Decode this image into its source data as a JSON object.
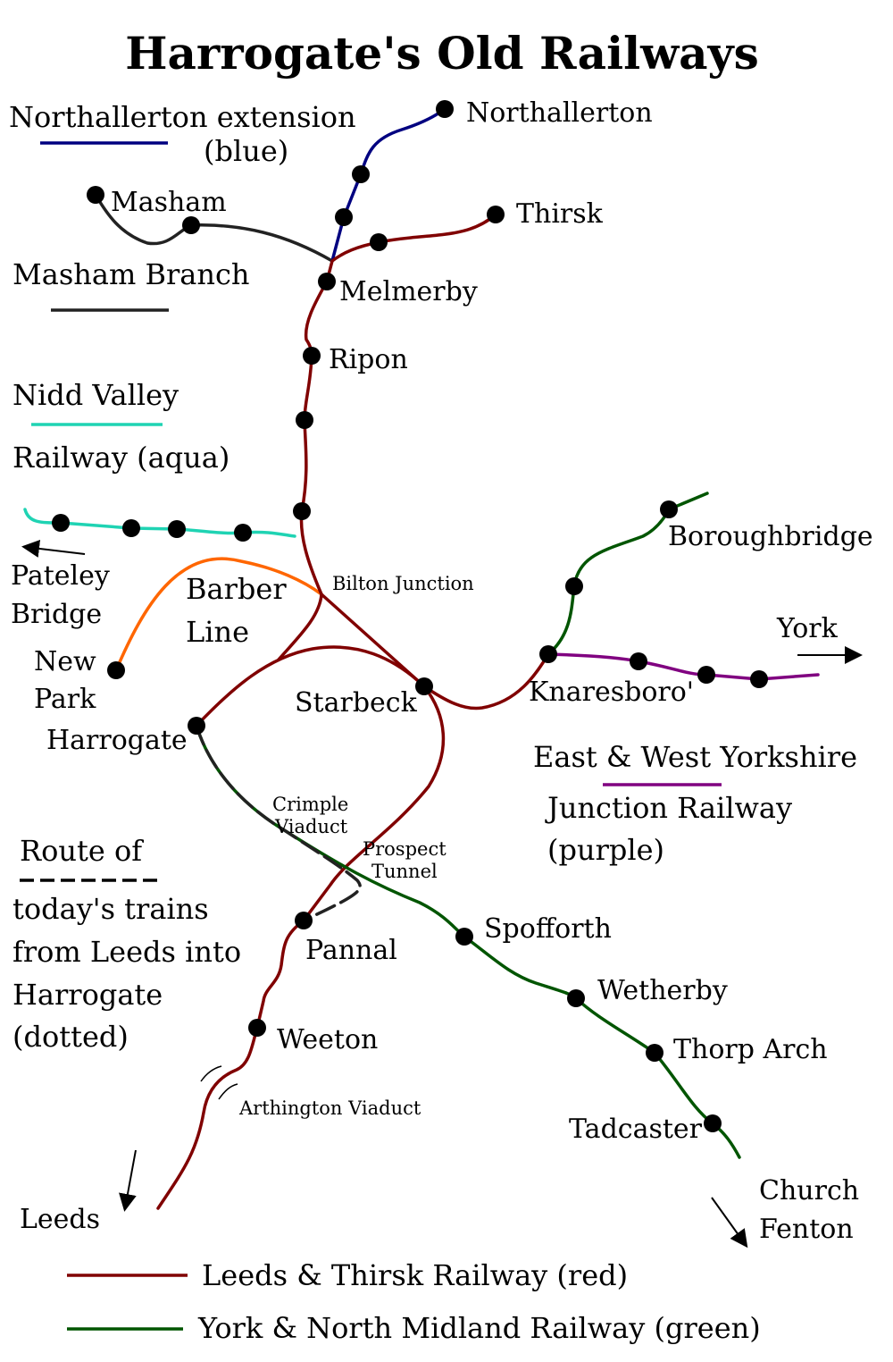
{
  "title": "Harrogate's Old Railways",
  "colors": {
    "red": "#800000",
    "green": "#005500",
    "blue": "#000080",
    "aqua": "#1fd3b3",
    "purple": "#800080",
    "orange": "#ff6600",
    "black": "#222222"
  },
  "legend": {
    "northallerton_1": "Northallerton extension",
    "northallerton_2": "(blue)",
    "masham": "Masham Branch",
    "nidd_1": "Nidd Valley",
    "nidd_2": "Railway (aqua)",
    "ewy_1": "East & West Yorkshire",
    "ewy_2": "Junction Railway",
    "ewy_3": "(purple)",
    "route_1": "Route of",
    "route_2": "today's trains",
    "route_3": "from Leeds into",
    "route_4": "Harrogate",
    "route_5": "(dotted)",
    "lt": "Leeds & Thirsk Railway (red)",
    "ynm": "York & North Midland Railway (green)"
  },
  "places": {
    "northallerton": "Northallerton",
    "thirsk": "Thirsk",
    "masham": "Masham",
    "melmerby": "Melmerby",
    "ripon": "Ripon",
    "pateley_1": "Pateley",
    "pateley_2": "Bridge",
    "barber_1": "Barber",
    "barber_2": "Line",
    "bilton": "Bilton Junction",
    "newpark_1": "New",
    "newpark_2": "Park",
    "harrogate": "Harrogate",
    "starbeck": "Starbeck",
    "boroughbridge": "Boroughbridge",
    "york": "York",
    "knaresboro": "Knaresboro'",
    "crimple_1": "Crimple",
    "crimple_2": "Viaduct",
    "prospect_1": "Prospect",
    "prospect_2": "Tunnel",
    "pannal": "Pannal",
    "spofforth": "Spofforth",
    "wetherby": "Wetherby",
    "thorparch": "Thorp Arch",
    "weeton": "Weeton",
    "arthington": "Arthington Viaduct",
    "tadcaster": "Tadcaster",
    "leeds": "Leeds",
    "churchfenton_1": "Church",
    "churchfenton_2": "Fenton"
  }
}
